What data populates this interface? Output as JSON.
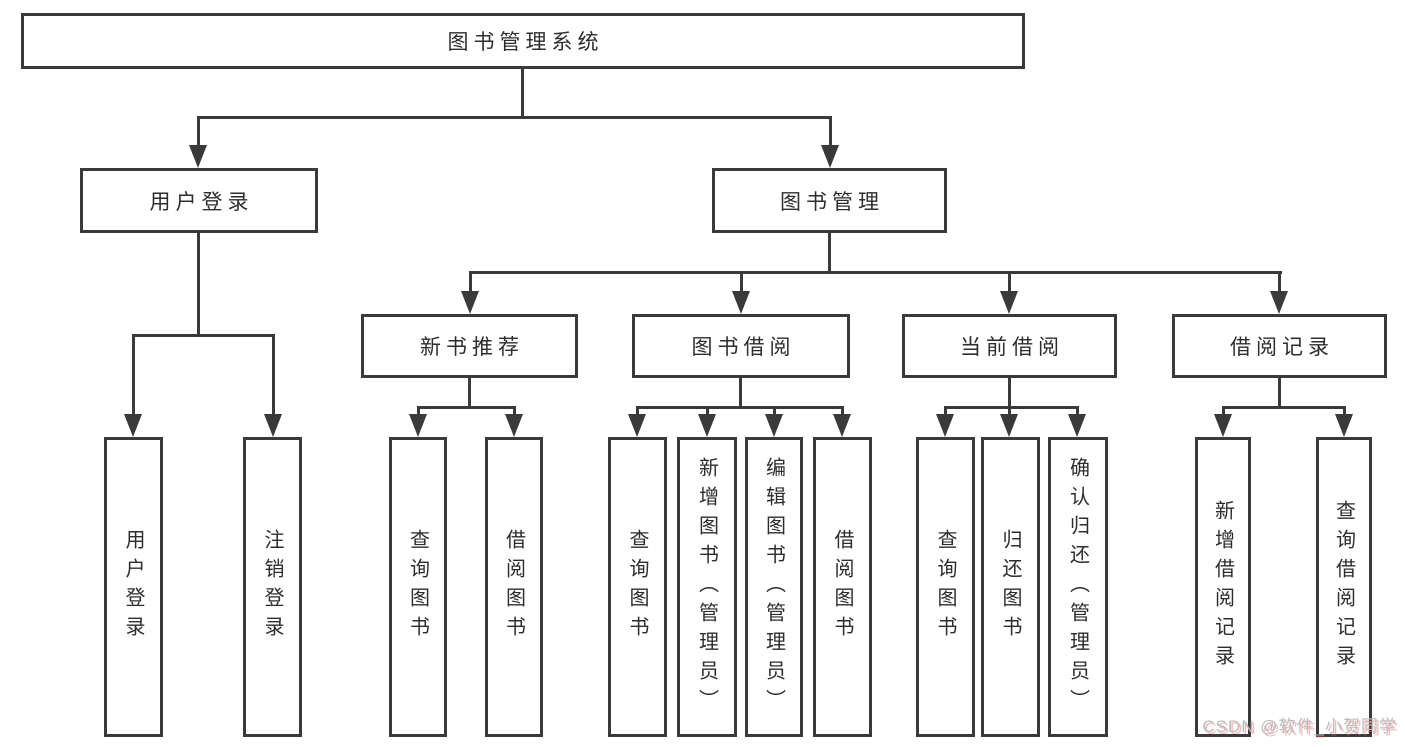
{
  "diagram": {
    "title_node": {
      "label": "图书管理系统"
    },
    "level1": [
      {
        "id": "user-login",
        "label": "用户登录"
      },
      {
        "id": "book-management",
        "label": "图书管理"
      }
    ],
    "level2": [
      {
        "id": "new-book-recommendation",
        "label": "新书推荐",
        "parent": "book-management"
      },
      {
        "id": "book-borrowing",
        "label": "图书借阅",
        "parent": "book-management"
      },
      {
        "id": "current-borrowing",
        "label": "当前借阅",
        "parent": "book-management"
      },
      {
        "id": "borrowing-records",
        "label": "借阅记录",
        "parent": "book-management"
      }
    ],
    "leaves": [
      {
        "id": "user-login-action",
        "label": "用户登录",
        "parent": "user-login"
      },
      {
        "id": "logout-action",
        "label": "注销登录",
        "parent": "user-login"
      },
      {
        "id": "query-books-recommend",
        "label": "查询图书",
        "parent": "new-book-recommendation"
      },
      {
        "id": "borrow-books-recommend",
        "label": "借阅图书",
        "parent": "new-book-recommendation"
      },
      {
        "id": "query-books-borrowing",
        "label": "查询图书",
        "parent": "book-borrowing"
      },
      {
        "id": "add-books-admin",
        "label": "新增图书（管理员）",
        "parent": "book-borrowing"
      },
      {
        "id": "edit-books-admin",
        "label": "编辑图书（管理员）",
        "parent": "book-borrowing"
      },
      {
        "id": "borrow-books-borrowing",
        "label": "借阅图书",
        "parent": "book-borrowing"
      },
      {
        "id": "query-books-current",
        "label": "查询图书",
        "parent": "current-borrowing"
      },
      {
        "id": "return-books",
        "label": "归还图书",
        "parent": "current-borrowing"
      },
      {
        "id": "confirm-return-admin",
        "label": "确认归还（管理员）",
        "parent": "current-borrowing"
      },
      {
        "id": "add-borrow-record",
        "label": "新增借阅记录",
        "parent": "borrowing-records"
      },
      {
        "id": "query-borrow-record",
        "label": "查询借阅记录",
        "parent": "borrowing-records"
      }
    ]
  },
  "watermark": {
    "text": "CSDN @软件_小贺同学"
  },
  "colors": {
    "line": "#3a3a3a",
    "text": "#2d2d2d",
    "background": "#ffffff",
    "watermark": "#bcbcbc",
    "watermark_shadow": "#e56a6a"
  }
}
